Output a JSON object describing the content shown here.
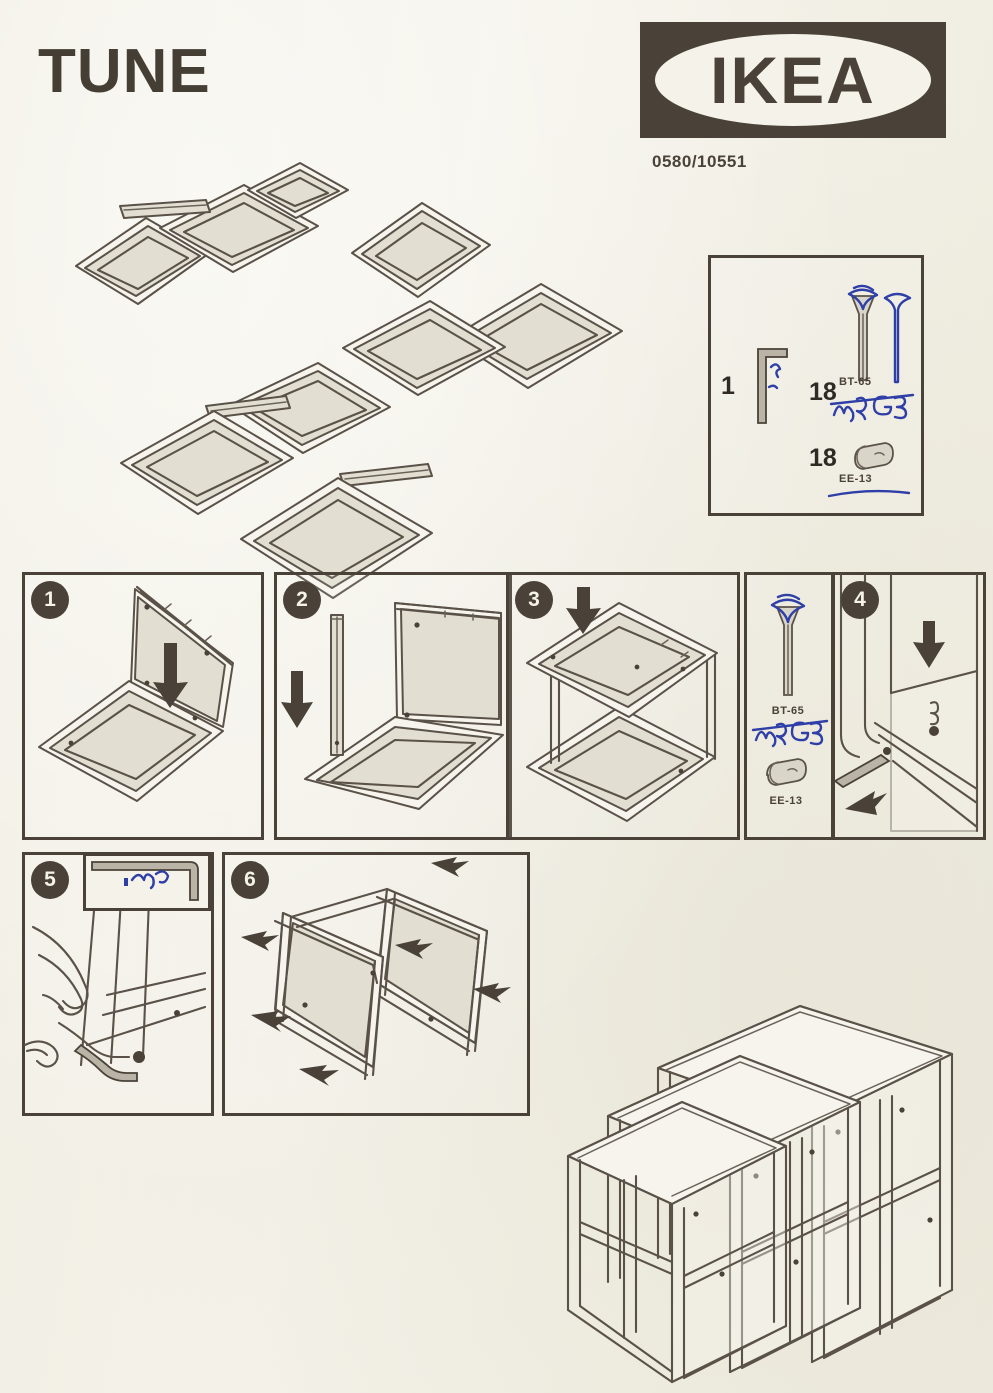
{
  "document": {
    "product_name": "TUNE",
    "brand": "IKEA",
    "article_number": "0580/10551",
    "type": "assembly-instructions",
    "paper_color": "#f4f2e9",
    "ink_color": "#4a4238",
    "annotation_color": "#2f3fa8"
  },
  "header": {
    "title": "TUNE",
    "logo_text": "IKEA",
    "article_number": "0580/10551"
  },
  "parts_overview": {
    "caption": "",
    "frames": [
      {
        "name": "side-frame-small",
        "size": "small"
      },
      {
        "name": "side-frame-small",
        "size": "small"
      },
      {
        "name": "side-frame-small",
        "size": "small"
      },
      {
        "name": "side-frame-medium",
        "size": "medium"
      },
      {
        "name": "side-frame-medium",
        "size": "medium"
      },
      {
        "name": "side-frame-medium",
        "size": "medium"
      },
      {
        "name": "side-frame-large",
        "size": "large"
      },
      {
        "name": "side-frame-large",
        "size": "large"
      },
      {
        "name": "side-frame-large",
        "size": "large"
      }
    ],
    "rails": [
      {
        "name": "cross-rail-short"
      },
      {
        "name": "cross-rail-medium"
      },
      {
        "name": "cross-rail-long"
      }
    ]
  },
  "hardware": {
    "items": [
      {
        "qty": "1",
        "code": "",
        "icon": "allen-key-icon",
        "annotated": true
      },
      {
        "qty": "18",
        "code": "BT-65",
        "icon": "bolt-icon",
        "annotated": true,
        "handwritten": "BM G3"
      },
      {
        "qty": "18",
        "code": "EE-13",
        "icon": "cam-lock-icon",
        "annotated": true
      }
    ]
  },
  "steps": [
    {
      "number": "1",
      "name": "step-1",
      "action": "join-two-frames",
      "arrows": 1
    },
    {
      "number": "2",
      "name": "step-2",
      "action": "attach-vertical-rail",
      "arrows": 1
    },
    {
      "number": "3",
      "name": "step-3",
      "action": "fit-top-frame",
      "arrows": 1
    },
    {
      "number": "4",
      "name": "step-4",
      "action": "insert-bolt",
      "arrows": 2
    },
    {
      "number": "5",
      "name": "step-5",
      "action": "tighten-with-allen-key",
      "arrows": 0,
      "inset": "allen-key-icon"
    },
    {
      "number": "6",
      "name": "step-6",
      "action": "press-frames-together",
      "arrows": 6
    }
  ],
  "hardware_reference_panel": {
    "name": "hardware-reference-panel",
    "items": [
      {
        "code": "BT-65",
        "icon": "bolt-icon",
        "handwritten": "BM G3"
      },
      {
        "code": "EE-13",
        "icon": "cam-lock-icon"
      }
    ]
  },
  "final_product": {
    "name": "finished-nesting-tables",
    "description": "three nesting tables",
    "table_count": "3"
  }
}
